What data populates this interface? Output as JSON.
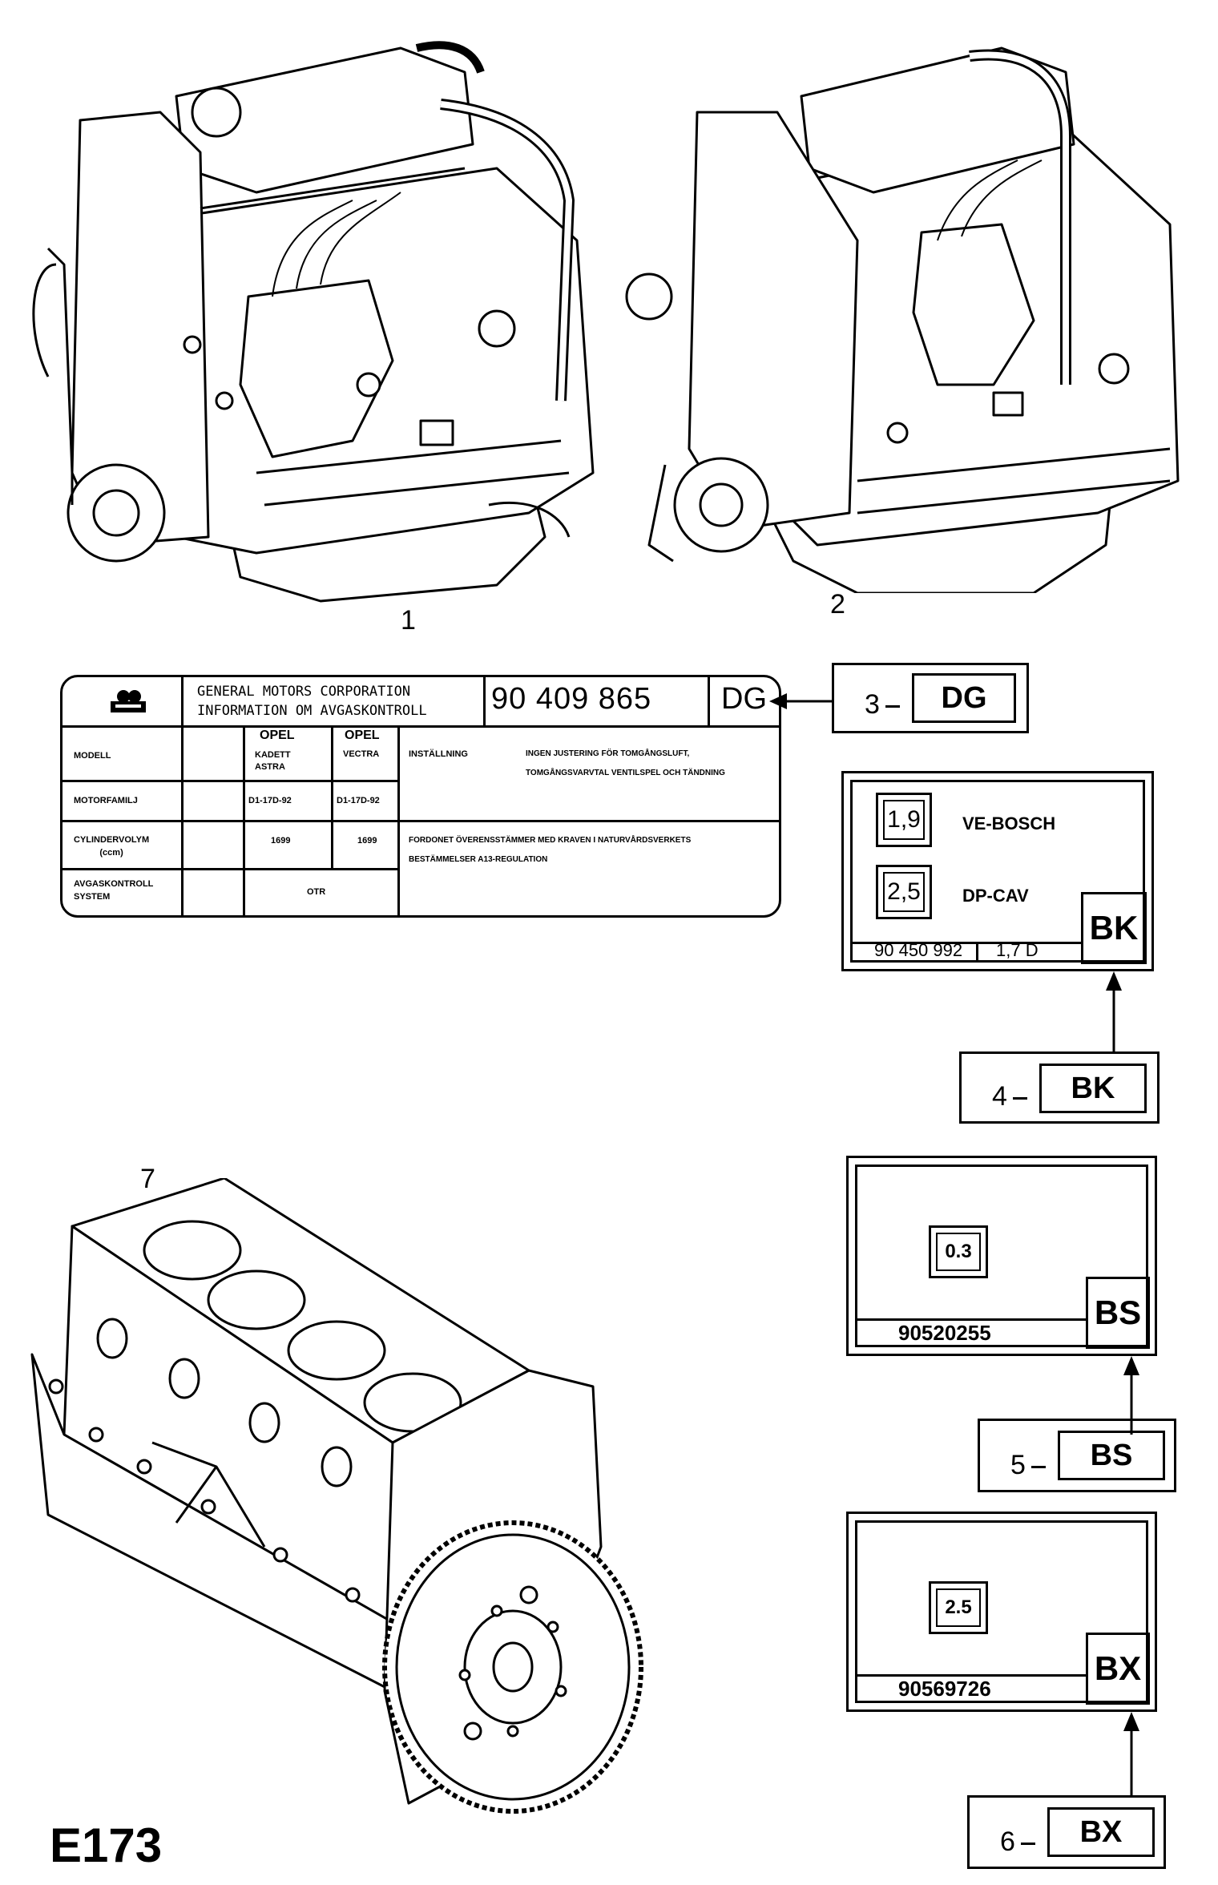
{
  "figure_code": "E173",
  "part_numbers": [
    "1",
    "2",
    "3",
    "4",
    "5",
    "6",
    "7"
  ],
  "emission_label": {
    "header_line1": "GENERAL MOTORS CORPORATION",
    "header_line2": "INFORMATION OM AVGASKONTROLL",
    "part_number": "90 409 865",
    "code": "DG",
    "brand_left": "OPEL",
    "brand_right": "OPEL",
    "rows": [
      {
        "label": "MODELL",
        "col1": "KADETT\nASTRA",
        "col2": "VECTRA"
      },
      {
        "label": "MOTORFAMILJ",
        "col1": "D1-17D-92",
        "col2": "D1-17D-92"
      },
      {
        "label": "CYLINDERVOLYM\n(ccm)",
        "col1": "1699",
        "col2": "1699"
      },
      {
        "label": "AVGASKONTROLL\nSYSTEM",
        "col1": "OTR",
        "col2": ""
      }
    ],
    "setting_label": "INSTÄLLNING",
    "setting_text_line1": "INGEN JUSTERING FÖR TOMGÅNGSLUFT,",
    "setting_text_line2": "TOMGÅNGSVARVTAL VENTILSPEL OCH TÄNDNING",
    "compliance_line1": "FORDONET ÖVERENSSTÄMMER MED KRAVEN I NATURVÅRDSVERKETS",
    "compliance_line2": "BESTÄMMELSER A13-REGULATION"
  },
  "callouts": [
    {
      "number": "3",
      "code": "DG"
    },
    {
      "number": "4",
      "code": "BK"
    },
    {
      "number": "5",
      "code": "BS"
    },
    {
      "number": "6",
      "code": "BX"
    }
  ],
  "label_bk": {
    "option1_value": "1,9",
    "option1_text": "VE-BOSCH",
    "option2_value": "2,5",
    "option2_text": "DP-CAV",
    "code": "BK",
    "part_number": "90 450 992",
    "engine": "1,7 D"
  },
  "label_bs": {
    "value": "0.3",
    "part_number": "90520255",
    "code": "BS"
  },
  "label_bx": {
    "value": "2.5",
    "part_number": "90569726",
    "code": "BX"
  }
}
